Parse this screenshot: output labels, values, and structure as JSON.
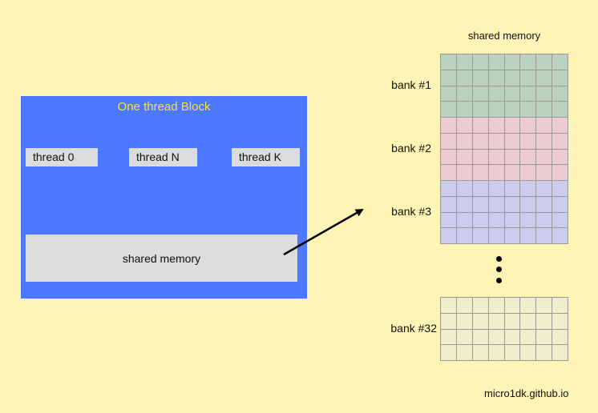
{
  "block": {
    "title": "One thread Block",
    "threads": [
      "thread 0",
      "thread N",
      "thread K"
    ],
    "shared_memory_label": "shared memory"
  },
  "memory": {
    "title": "shared memory",
    "banks": [
      {
        "label": "bank #1",
        "color": "#bcd2bf"
      },
      {
        "label": "bank #2",
        "color": "#eccbd3"
      },
      {
        "label": "bank #3",
        "color": "#ccccee"
      },
      {
        "label": "bank #32",
        "color": "#eeeecb"
      }
    ]
  },
  "credit": "micro1dk.github.io"
}
